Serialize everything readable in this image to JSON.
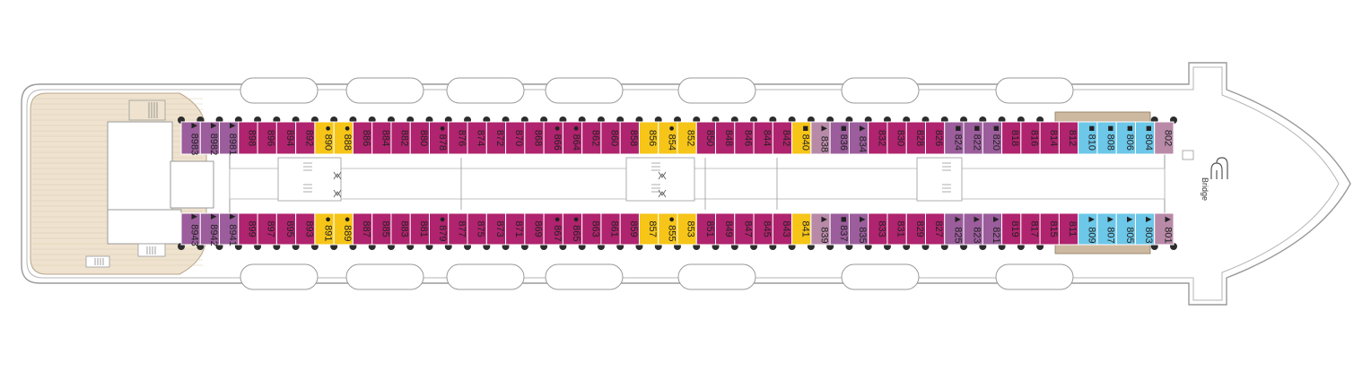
{
  "colors": {
    "outline": "#9a9a9a",
    "hull_fill": "#ffffff",
    "aft_deck": "#efe3cf",
    "aft_deck_lines": "#dccbb0",
    "balcony_brown": "#cdb9a0",
    "porthole": "#2c2c2c",
    "symbol": "#111111",
    "categories": {
      "plum": "#9b5d9b",
      "magenta": "#b0236e",
      "yellow": "#f6c518",
      "mauve": "#b88aa8",
      "blue": "#6cc7e8"
    }
  },
  "labels": {
    "bridge": "Bridge"
  },
  "top_row": [
    {
      "num": "8983",
      "cat": "plum",
      "sym": "triangle"
    },
    {
      "num": "8982",
      "cat": "plum",
      "sym": "triangle"
    },
    {
      "num": "8981",
      "cat": "plum",
      "sym": "triangle"
    },
    {
      "num": "898",
      "cat": "magenta",
      "sym": ""
    },
    {
      "num": "896",
      "cat": "magenta",
      "sym": ""
    },
    {
      "num": "894",
      "cat": "magenta",
      "sym": ""
    },
    {
      "num": "892",
      "cat": "magenta",
      "sym": ""
    },
    {
      "num": "890",
      "cat": "yellow",
      "sym": "dot"
    },
    {
      "num": "888",
      "cat": "yellow",
      "sym": "dot"
    },
    {
      "num": "886",
      "cat": "magenta",
      "sym": ""
    },
    {
      "num": "884",
      "cat": "magenta",
      "sym": ""
    },
    {
      "num": "882",
      "cat": "magenta",
      "sym": ""
    },
    {
      "num": "880",
      "cat": "magenta",
      "sym": ""
    },
    {
      "num": "878",
      "cat": "magenta",
      "sym": "dot"
    },
    {
      "num": "876",
      "cat": "magenta",
      "sym": ""
    },
    {
      "num": "874",
      "cat": "magenta",
      "sym": ""
    },
    {
      "num": "872",
      "cat": "magenta",
      "sym": ""
    },
    {
      "num": "870",
      "cat": "magenta",
      "sym": ""
    },
    {
      "num": "868",
      "cat": "magenta",
      "sym": ""
    },
    {
      "num": "866",
      "cat": "magenta",
      "sym": "dot"
    },
    {
      "num": "864",
      "cat": "magenta",
      "sym": "dot"
    },
    {
      "num": "862",
      "cat": "magenta",
      "sym": ""
    },
    {
      "num": "860",
      "cat": "magenta",
      "sym": ""
    },
    {
      "num": "858",
      "cat": "magenta",
      "sym": ""
    },
    {
      "num": "856",
      "cat": "yellow",
      "sym": ""
    },
    {
      "num": "854",
      "cat": "yellow",
      "sym": "dot"
    },
    {
      "num": "852",
      "cat": "yellow",
      "sym": ""
    },
    {
      "num": "850",
      "cat": "magenta",
      "sym": ""
    },
    {
      "num": "848",
      "cat": "magenta",
      "sym": ""
    },
    {
      "num": "846",
      "cat": "magenta",
      "sym": ""
    },
    {
      "num": "844",
      "cat": "magenta",
      "sym": ""
    },
    {
      "num": "842",
      "cat": "magenta",
      "sym": ""
    },
    {
      "num": "840",
      "cat": "yellow",
      "sym": "square"
    },
    {
      "num": "838",
      "cat": "mauve",
      "sym": "triangle"
    },
    {
      "num": "836",
      "cat": "plum",
      "sym": "square"
    },
    {
      "num": "834",
      "cat": "plum",
      "sym": "triangle"
    },
    {
      "num": "832",
      "cat": "magenta",
      "sym": ""
    },
    {
      "num": "830",
      "cat": "magenta",
      "sym": ""
    },
    {
      "num": "828",
      "cat": "magenta",
      "sym": ""
    },
    {
      "num": "826",
      "cat": "magenta",
      "sym": ""
    },
    {
      "num": "824",
      "cat": "plum",
      "sym": "square"
    },
    {
      "num": "822",
      "cat": "plum",
      "sym": "square"
    },
    {
      "num": "820",
      "cat": "plum",
      "sym": "square"
    },
    {
      "num": "818",
      "cat": "magenta",
      "sym": ""
    },
    {
      "num": "816",
      "cat": "magenta",
      "sym": ""
    },
    {
      "num": "814",
      "cat": "magenta",
      "sym": ""
    },
    {
      "num": "812",
      "cat": "magenta",
      "sym": ""
    },
    {
      "num": "810",
      "cat": "blue",
      "sym": "square"
    },
    {
      "num": "808",
      "cat": "blue",
      "sym": "square"
    },
    {
      "num": "806",
      "cat": "blue",
      "sym": "square"
    },
    {
      "num": "804",
      "cat": "blue",
      "sym": "square"
    },
    {
      "num": "802",
      "cat": "mauve",
      "sym": ""
    }
  ],
  "bottom_row": [
    {
      "num": "8943",
      "cat": "plum",
      "sym": "triangle"
    },
    {
      "num": "8942",
      "cat": "plum",
      "sym": "triangle"
    },
    {
      "num": "8941",
      "cat": "plum",
      "sym": "triangle"
    },
    {
      "num": "899",
      "cat": "magenta",
      "sym": ""
    },
    {
      "num": "897",
      "cat": "magenta",
      "sym": ""
    },
    {
      "num": "895",
      "cat": "magenta",
      "sym": ""
    },
    {
      "num": "893",
      "cat": "magenta",
      "sym": ""
    },
    {
      "num": "891",
      "cat": "yellow",
      "sym": "dot"
    },
    {
      "num": "889",
      "cat": "yellow",
      "sym": "dot"
    },
    {
      "num": "887",
      "cat": "magenta",
      "sym": ""
    },
    {
      "num": "885",
      "cat": "magenta",
      "sym": ""
    },
    {
      "num": "883",
      "cat": "magenta",
      "sym": ""
    },
    {
      "num": "881",
      "cat": "magenta",
      "sym": ""
    },
    {
      "num": "879",
      "cat": "magenta",
      "sym": "dot"
    },
    {
      "num": "877",
      "cat": "magenta",
      "sym": ""
    },
    {
      "num": "875",
      "cat": "magenta",
      "sym": ""
    },
    {
      "num": "873",
      "cat": "magenta",
      "sym": ""
    },
    {
      "num": "871",
      "cat": "magenta",
      "sym": ""
    },
    {
      "num": "869",
      "cat": "magenta",
      "sym": ""
    },
    {
      "num": "867",
      "cat": "magenta",
      "sym": "dot"
    },
    {
      "num": "865",
      "cat": "magenta",
      "sym": "dot"
    },
    {
      "num": "863",
      "cat": "magenta",
      "sym": ""
    },
    {
      "num": "861",
      "cat": "magenta",
      "sym": ""
    },
    {
      "num": "859",
      "cat": "magenta",
      "sym": ""
    },
    {
      "num": "857",
      "cat": "yellow",
      "sym": ""
    },
    {
      "num": "855",
      "cat": "yellow",
      "sym": "dot"
    },
    {
      "num": "853",
      "cat": "yellow",
      "sym": ""
    },
    {
      "num": "851",
      "cat": "magenta",
      "sym": ""
    },
    {
      "num": "849",
      "cat": "magenta",
      "sym": ""
    },
    {
      "num": "847",
      "cat": "magenta",
      "sym": ""
    },
    {
      "num": "845",
      "cat": "magenta",
      "sym": ""
    },
    {
      "num": "843",
      "cat": "magenta",
      "sym": ""
    },
    {
      "num": "841",
      "cat": "yellow",
      "sym": ""
    },
    {
      "num": "839",
      "cat": "mauve",
      "sym": "triangle"
    },
    {
      "num": "837",
      "cat": "plum",
      "sym": "square"
    },
    {
      "num": "835",
      "cat": "plum",
      "sym": "triangle"
    },
    {
      "num": "833",
      "cat": "magenta",
      "sym": ""
    },
    {
      "num": "831",
      "cat": "magenta",
      "sym": ""
    },
    {
      "num": "829",
      "cat": "magenta",
      "sym": ""
    },
    {
      "num": "827",
      "cat": "magenta",
      "sym": ""
    },
    {
      "num": "825",
      "cat": "plum",
      "sym": "triangle"
    },
    {
      "num": "823",
      "cat": "plum",
      "sym": "triangle"
    },
    {
      "num": "821",
      "cat": "plum",
      "sym": "triangle"
    },
    {
      "num": "819",
      "cat": "magenta",
      "sym": ""
    },
    {
      "num": "817",
      "cat": "magenta",
      "sym": ""
    },
    {
      "num": "815",
      "cat": "magenta",
      "sym": ""
    },
    {
      "num": "811",
      "cat": "magenta",
      "sym": ""
    },
    {
      "num": "809",
      "cat": "blue",
      "sym": "triangle"
    },
    {
      "num": "807",
      "cat": "blue",
      "sym": "triangle"
    },
    {
      "num": "805",
      "cat": "blue",
      "sym": "triangle"
    },
    {
      "num": "803",
      "cat": "blue",
      "sym": "triangle"
    },
    {
      "num": "801",
      "cat": "mauve",
      "sym": "triangle"
    }
  ]
}
